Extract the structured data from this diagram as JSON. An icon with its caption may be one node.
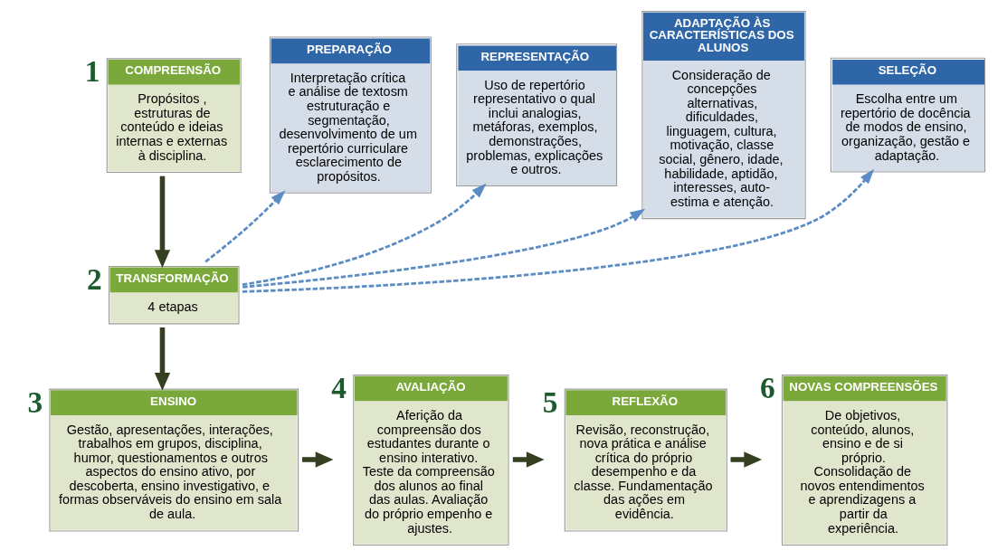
{
  "diagram": {
    "nodes": [
      {
        "text": [
          "COMPREENSÃO",
          "Propósitos , estruturas de conteúdo e ideias internas e externas à disciplina."
        ],
        "beside": [
          "1"
        ]
      },
      {
        "text": [
          "TRANSFORMAÇÃO",
          "4 etapas"
        ],
        "beside": [
          "2"
        ]
      },
      {
        "text": [
          "ENSINO",
          "Gestão, apresentações, interações, trabalhos em grupos, disciplina, humor, questionamentos e outros aspectos do ensino ativo, por descoberta, ensino investigativo, e formas observáveis do ensino em sala de aula."
        ],
        "beside": [
          "3"
        ]
      },
      {
        "text": [
          "AVALIAÇÃO",
          "Aferição da compreensão dos estudantes durante o ensino interativo. Teste da compreensão dos alunos ao final das aulas. Avaliação do próprio empenho e ajustes."
        ],
        "beside": [
          "4"
        ]
      },
      {
        "text": [
          "REFLEXÃO",
          "Revisão, reconstrução, nova prática e análise crítica do próprio desempenho e da classe. Fundamentação das ações em evidência."
        ],
        "beside": [
          "5"
        ]
      },
      {
        "text": [
          "NOVAS COMPREENSÕES",
          "De objetivos, conteúdo, alunos, ensino e de si próprio. Consolidação de novos entendimentos e aprendizagens a partir da experiência."
        ],
        "beside": [
          "6"
        ]
      },
      {
        "text": [
          "PREPARAÇÃO",
          "Interpretação crítica e análise de textosm estruturação e segmentação, desenvolvimento de um repertório curriculare esclarecimento de propósitos."
        ]
      },
      {
        "text": [
          "REPRESENTAÇÃO",
          "Uso de repertório representativo o qual inclui analogias, metáforas, exemplos, demonstrações, problemas, explicações e outros."
        ]
      },
      {
        "text": [
          "ADAPTAÇÃO ÀS CARACTERÍSTICAS DOS ALUNOS",
          "Consideração de concepções alternativas, dificuldades, linguagem, cultura, motivação, classe social, gênero, idade, habilidade, aptidão, interesses, auto-estima e atenção."
        ]
      },
      {
        "text": [
          "SELEÇÃO",
          "Escolha entre um repertório de docência de modos de ensino, organização, gestão e adaptação."
        ]
      }
    ],
    "edges": [
      {
        "from": 0,
        "to": 1,
        "arrow": "to"
      },
      {
        "from": 1,
        "to": 2,
        "arrow": "to"
      },
      {
        "from": 2,
        "to": 3,
        "arrow": "to"
      },
      {
        "from": 3,
        "to": 4,
        "arrow": "to"
      },
      {
        "from": 4,
        "to": 5,
        "arrow": "to"
      },
      {
        "from": 1,
        "to": 6,
        "arrow": "to",
        "style": "dashed",
        "color": "#5b8cc4"
      },
      {
        "from": 1,
        "to": 7,
        "arrow": "to",
        "style": "dashed",
        "color": "#5b8cc4"
      },
      {
        "from": 1,
        "to": 8,
        "arrow": "to",
        "style": "dashed",
        "color": "#5b8cc4"
      },
      {
        "from": 1,
        "to": 9,
        "arrow": "to",
        "style": "dashed",
        "color": "#5b8cc4"
      }
    ]
  }
}
